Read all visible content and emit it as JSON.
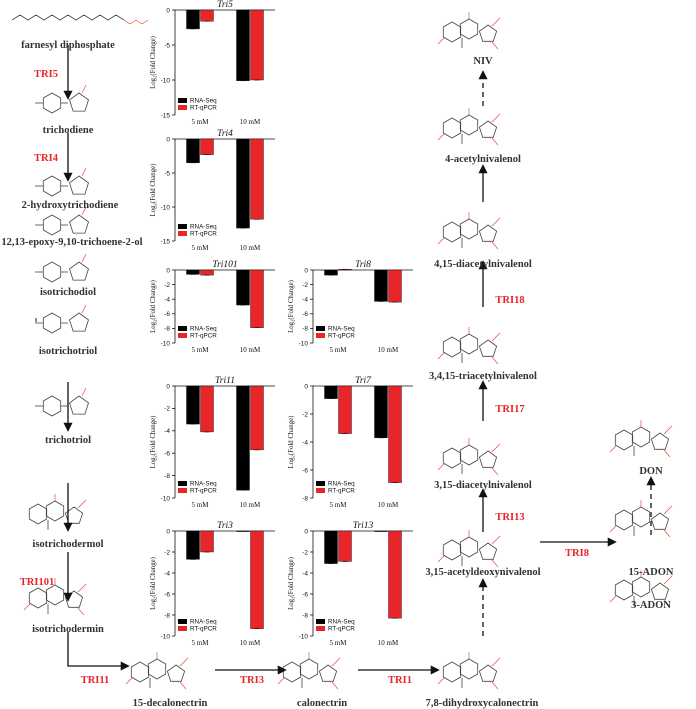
{
  "pathway": {
    "compounds": {
      "farnesyl": "farnesyl diphosphate",
      "trichodiene": "trichodiene",
      "hydroxytrichodiene": "2-hydroxytrichodiene",
      "epoxy": "12,13-epoxy-9,10-trichoene-2-ol",
      "isotrichodiol": "isotrichodiol",
      "isotrichotriol": "isotrichotriol",
      "trichotriol": "trichotriol",
      "isotrichodermol": "isotrichodermol",
      "isotrichodermin": "isotrichodermin",
      "decalonectrin": "15-decalonectrin",
      "calonectrin": "calonectrin",
      "dihydroxycalonectrin": "7,8-dihydroxycalonectrin",
      "acetyldeoxynivalenol": "3,15-acetyldeoxynivalenol",
      "diacetylnivalenol_315": "3,15-diacetylnivalenol",
      "triacetylnivalenol": "3,4,15-triacetylnivalenol",
      "diacetylnivalenol_415": "4,15-diacetylnivalenol",
      "acetylnivalenol": "4-acetylnivalenol",
      "niv": "NIV",
      "adon15": "15-ADON",
      "adon3": "3-ADON",
      "don": "DON"
    },
    "enzymes": {
      "tri5": "TRI5",
      "tri4": "TRI4",
      "tri101": "TRI101",
      "tri11": "TRI11",
      "tri3": "TRI3",
      "tri1": "TRI1",
      "tri13": "TRI13",
      "tri17": "TRI17",
      "tri18": "TRI18",
      "tri8": "TRI8"
    }
  },
  "colors": {
    "rna_seq": "#000000",
    "rt_qpcr": "#e8262a",
    "enzyme": "#e8262a",
    "compound": "#333333",
    "heteroatom": "#e05030"
  },
  "charts": {
    "ylabel": "Log₂(Fold Change)",
    "legend": [
      "RNA-Seq",
      "RT-qPCR"
    ],
    "categories": [
      "5 mM",
      "10 mM"
    ]
  },
  "chart_data": [
    {
      "type": "bar",
      "title": "Tri5",
      "categories": [
        "5 mM",
        "10 mM"
      ],
      "ylim": [
        -15,
        0
      ],
      "yticks": [
        0,
        -5,
        -10,
        -15
      ],
      "series": [
        {
          "name": "RNA-Seq",
          "values": [
            -2.7,
            -10.1
          ]
        },
        {
          "name": "RT-qPCR",
          "values": [
            -1.6,
            -10.0
          ]
        }
      ],
      "legend_position": "bottom-left"
    },
    {
      "type": "bar",
      "title": "Tri4",
      "categories": [
        "5 mM",
        "10 mM"
      ],
      "ylim": [
        -15,
        0
      ],
      "yticks": [
        0,
        -5,
        -10,
        -15
      ],
      "series": [
        {
          "name": "RNA-Seq",
          "values": [
            -3.5,
            -13.1
          ]
        },
        {
          "name": "RT-qPCR",
          "values": [
            -2.3,
            -11.8
          ]
        }
      ],
      "legend_position": "bottom-left"
    },
    {
      "type": "bar",
      "title": "Tri101",
      "categories": [
        "5 mM",
        "10 mM"
      ],
      "ylim": [
        -10,
        0
      ],
      "yticks": [
        0,
        -2,
        -4,
        -6,
        -8,
        -10
      ],
      "series": [
        {
          "name": "RNA-Seq",
          "values": [
            -0.6,
            -4.8
          ]
        },
        {
          "name": "RT-qPCR",
          "values": [
            -0.7,
            -7.9
          ]
        }
      ],
      "legend_position": "bottom-left"
    },
    {
      "type": "bar",
      "title": "Tri8",
      "categories": [
        "5 mM",
        "10 mM"
      ],
      "ylim": [
        -10,
        0
      ],
      "yticks": [
        0,
        -2,
        -4,
        -6,
        -8,
        -10
      ],
      "series": [
        {
          "name": "RNA-Seq",
          "values": [
            -0.7,
            -4.3
          ]
        },
        {
          "name": "RT-qPCR",
          "values": [
            0.1,
            -4.4
          ]
        }
      ],
      "legend_position": "bottom-left"
    },
    {
      "type": "bar",
      "title": "Tri11",
      "categories": [
        "5 mM",
        "10 mM"
      ],
      "ylim": [
        -10,
        0
      ],
      "yticks": [
        0,
        -2,
        -4,
        -6,
        -8,
        -10
      ],
      "series": [
        {
          "name": "RNA-Seq",
          "values": [
            -3.4,
            -9.3
          ]
        },
        {
          "name": "RT-qPCR",
          "values": [
            -4.1,
            -5.7
          ]
        }
      ],
      "legend_position": "bottom-left"
    },
    {
      "type": "bar",
      "title": "Tri7",
      "categories": [
        "5 mM",
        "10 mM"
      ],
      "ylim": [
        -8,
        0
      ],
      "yticks": [
        0,
        -2,
        -4,
        -6,
        -8
      ],
      "series": [
        {
          "name": "RNA-Seq",
          "values": [
            -0.9,
            -3.7
          ]
        },
        {
          "name": "RT-qPCR",
          "values": [
            -3.4,
            -6.9
          ]
        }
      ],
      "legend_position": "bottom-left"
    },
    {
      "type": "bar",
      "title": "Tri3",
      "categories": [
        "5 mM",
        "10 mM"
      ],
      "ylim": [
        -10,
        0
      ],
      "yticks": [
        0,
        -2,
        -4,
        -6,
        -8,
        -10
      ],
      "series": [
        {
          "name": "RNA-Seq",
          "values": [
            -2.7,
            0
          ]
        },
        {
          "name": "RT-qPCR",
          "values": [
            -2.0,
            -9.3
          ]
        }
      ],
      "legend_position": "bottom-left"
    },
    {
      "type": "bar",
      "title": "Tri13",
      "categories": [
        "5 mM",
        "10 mM"
      ],
      "ylim": [
        -10,
        0
      ],
      "yticks": [
        0,
        -2,
        -4,
        -6,
        -8,
        -10
      ],
      "series": [
        {
          "name": "RNA-Seq",
          "values": [
            -3.1,
            0
          ]
        },
        {
          "name": "RT-qPCR",
          "values": [
            -2.9,
            -8.3
          ]
        }
      ],
      "legend_position": "bottom-left"
    }
  ]
}
